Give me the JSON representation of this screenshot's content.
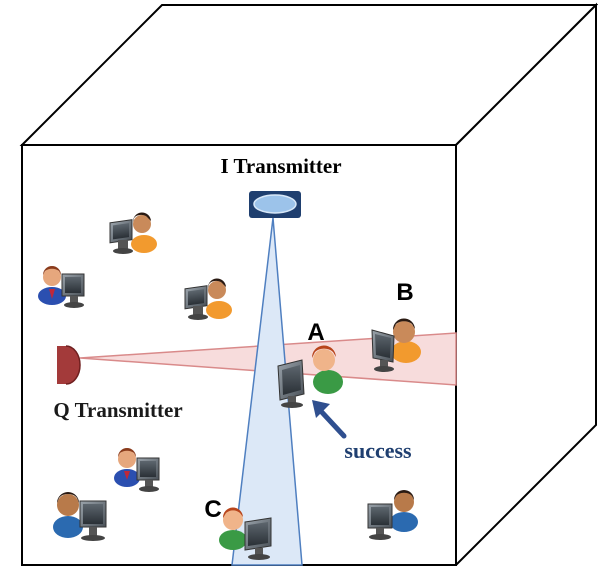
{
  "labels": {
    "i_transmitter": "I Transmitter",
    "q_transmitter": "Q Transmitter",
    "user_a": "A",
    "user_b": "B",
    "user_c": "C",
    "success": "success"
  },
  "colors": {
    "cube_stroke": "#000000",
    "i_beam_fill": "#dce8f7",
    "i_beam_stroke": "#4f7fc0",
    "q_beam_fill": "#f7dcdc",
    "q_beam_stroke": "#d98a8a",
    "i_device_body": "#1f3f6f",
    "i_device_lens": "#9cc3ea",
    "q_device": "#a33a3a",
    "success_arrow": "#2f4f8f",
    "success_text": "#1f3f70"
  },
  "users": [
    {
      "name": "user-orange-top",
      "shirt": "orange",
      "skin": "light-brown"
    },
    {
      "name": "user-blue-left",
      "shirt": "blue",
      "skin": "light"
    },
    {
      "name": "user-orange-mid",
      "shirt": "orange",
      "skin": "light-brown"
    },
    {
      "name": "user-a",
      "shirt": "green",
      "skin": "light"
    },
    {
      "name": "user-b",
      "shirt": "orange",
      "skin": "light-brown"
    },
    {
      "name": "user-blue-mid-bottom",
      "shirt": "blue",
      "skin": "light"
    },
    {
      "name": "user-blue-bottom-left",
      "shirt": "blue",
      "skin": "brown"
    },
    {
      "name": "user-c",
      "shirt": "green",
      "skin": "light"
    },
    {
      "name": "user-blue-bottom-right",
      "shirt": "blue",
      "skin": "brown"
    }
  ]
}
